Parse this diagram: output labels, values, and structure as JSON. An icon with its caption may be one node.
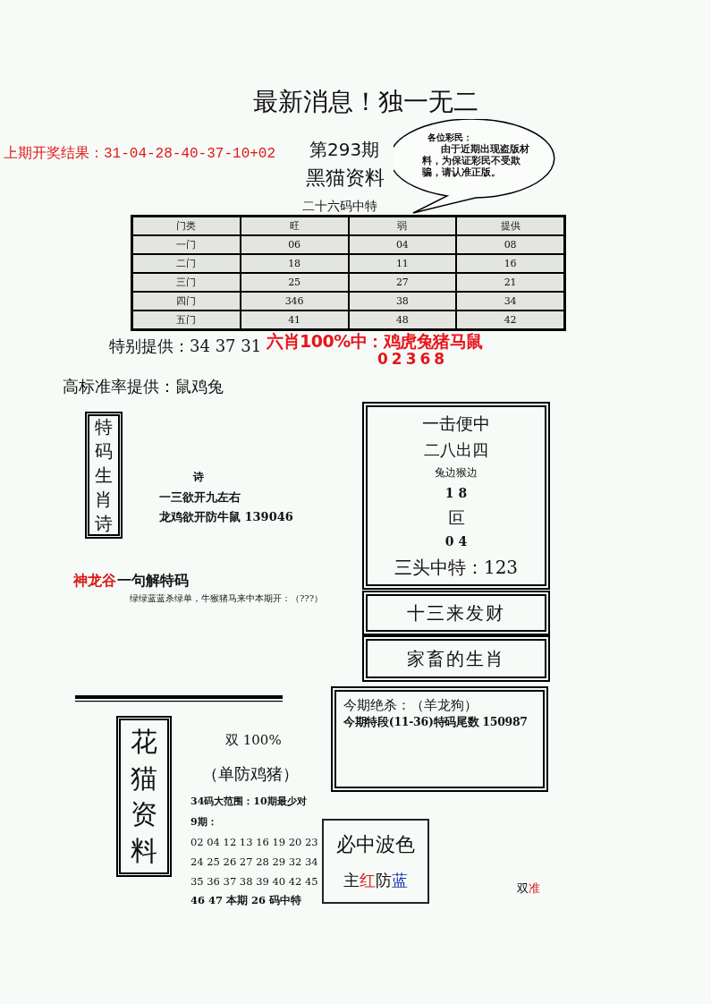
{
  "diagram": {
    "title": "最新消息！独一无二",
    "nodes": [
      {
        "text": [
          "各位彩民：",
          "由于近期出现盗版材料，为保证彩民不受欺骗，请认准正版。"
        ]
      },
      {
        "text": [
          "特码生肖诗"
        ]
      },
      {
        "text": [
          "一击便中",
          "二八出四",
          "兔边猴边",
          "1 8",
          "叵",
          "0 4",
          "三头中特：123"
        ]
      },
      {
        "text": [
          "十三来发财"
        ]
      },
      {
        "text": [
          "家畜的生肖"
        ]
      },
      {
        "text": [
          "今期绝杀：（羊龙狗）",
          "今期特段(11-36)特码尾数 150987"
        ]
      },
      {
        "text": [
          "花猫资料"
        ]
      },
      {
        "text": [
          "必中波色",
          "主红防蓝"
        ]
      }
    ],
    "labels": [
      "上期开奖结果：31-04-28-40-37-10+02",
      "第293期",
      "黑猫资料",
      "二十六码中特",
      "门类",
      "旺",
      "弱",
      "提供",
      "一门",
      "06",
      "04",
      "08",
      "二门",
      "18",
      "11",
      "16",
      "三门",
      "25",
      "27",
      "21",
      "四门",
      "346",
      "38",
      "34",
      "五门",
      "41",
      "48",
      "42",
      "特别提供：34 37 31",
      "六肖100%中：鸡虎兔猪马鼠",
      "02368",
      "高标准率提供：鼠鸡兔",
      "诗",
      "一三欲开九左右",
      "龙鸡欲开防牛鼠 139046",
      "神龙谷",
      "一句解特码",
      "绿绿蓝蓝杀绿单，牛猴猪马来中本期开：（???）",
      "双 100%",
      "（单防鸡猪）",
      "34码大范围：10期最少对",
      "9期：",
      "02 04 12 13 16 19 20 23",
      "24 25 26 27 28 29 32 34",
      "35 36 37 38 39 40 42 45",
      "46 47 本期 26 码中特",
      "双准"
    ]
  }
}
